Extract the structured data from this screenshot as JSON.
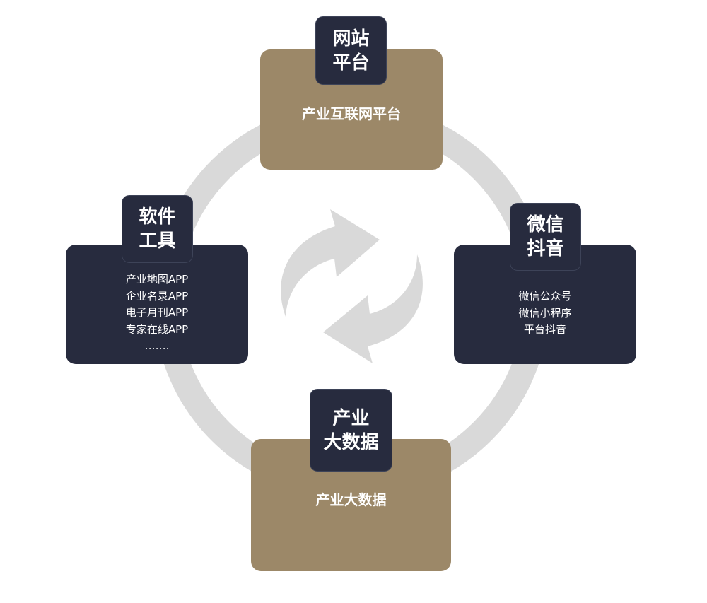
{
  "colors": {
    "ring": "#d9d9d9",
    "gold_card": "#9c8868",
    "navy_card": "#272b3e",
    "text": "#ffffff"
  },
  "nodes": {
    "top": {
      "tag_line1": "网站",
      "tag_line2": "平台",
      "content": "产业互联网平台"
    },
    "left": {
      "tag_line1": "软件",
      "tag_line2": "工具",
      "items": [
        "产业地图APP",
        "企业名录APP",
        "电子月刊APP",
        "专家在线APP",
        "……."
      ]
    },
    "right": {
      "tag_line1": "微信",
      "tag_line2": "抖音",
      "items": [
        "微信公众号",
        "微信小程序",
        "平台抖音"
      ]
    },
    "bottom": {
      "tag_line1": "产业",
      "tag_line2": "大数据",
      "content": "产业大数据"
    }
  },
  "center_icon": "cycle-arrows-icon"
}
